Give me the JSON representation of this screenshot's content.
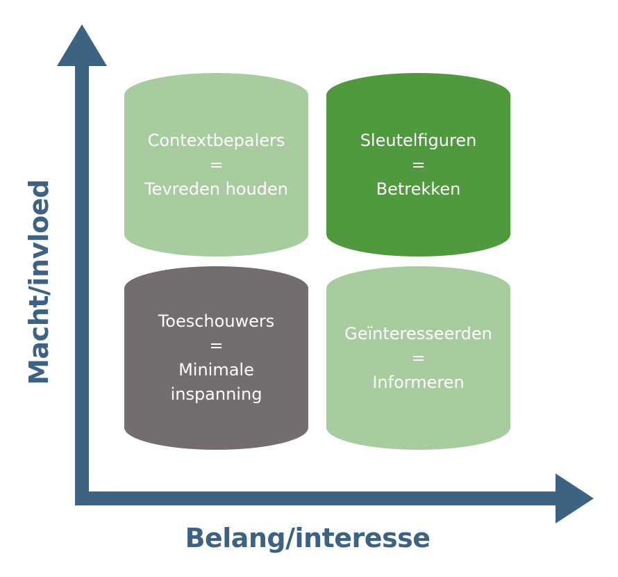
{
  "colors": {
    "axis": "#3d6282",
    "light_green": "#a8cca0",
    "dark_green": "#51993f",
    "gray": "#736e6d"
  },
  "axes": {
    "y_label": "Macht/invloed",
    "x_label": "Belang/interesse"
  },
  "quadrants": {
    "top_left": {
      "title": "Contextbepalers",
      "equals": "=",
      "action": [
        "Tevreden houden"
      ],
      "color": "light_green"
    },
    "top_right": {
      "title": "Sleutelfiguren",
      "equals": "=",
      "action": [
        "Betrekken"
      ],
      "color": "dark_green"
    },
    "bottom_left": {
      "title": "Toeschouwers",
      "equals": "=",
      "action": [
        "Minimale",
        "inspanning"
      ],
      "color": "gray"
    },
    "bottom_right": {
      "title": "Geïnteresseerden",
      "equals": "=",
      "action": [
        "Informeren"
      ],
      "color": "light_green"
    }
  }
}
